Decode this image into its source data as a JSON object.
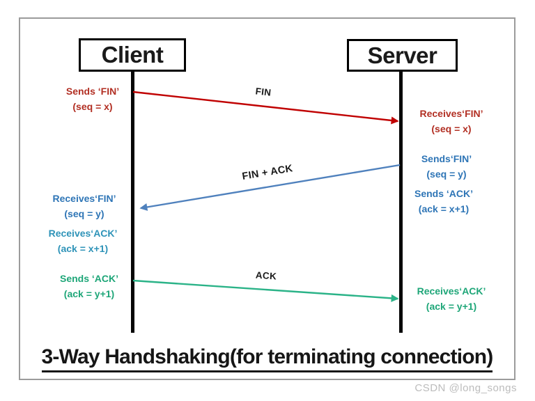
{
  "diagram": {
    "title": "3-Way Handshaking(for terminating connection)",
    "watermark": "CSDN @long_songs",
    "actors": [
      {
        "label": "Client"
      },
      {
        "label": "Server"
      }
    ],
    "messages": [
      {
        "label": "FIN",
        "from": "Client",
        "to": "Server",
        "color": "#c00000"
      },
      {
        "label": "FIN + ACK",
        "from": "Server",
        "to": "Client",
        "color": "#4f81bd"
      },
      {
        "label": "ACK",
        "from": "Client",
        "to": "Server",
        "color": "#2bb388"
      }
    ],
    "client_events": [
      {
        "action": "Sends ‘FIN’",
        "detail": "(seq = x)",
        "color": "#b22f23"
      },
      {
        "action": "Receives‘FIN’",
        "detail": "(seq = y)",
        "color": "#2e75b6"
      },
      {
        "action": "Receives‘ACK’",
        "detail": "(ack = x+1)",
        "color": "#2e93b8"
      },
      {
        "action": "Sends ‘ACK’",
        "detail": "(ack = y+1)",
        "color": "#1ea678"
      }
    ],
    "server_events": [
      {
        "action": "Receives‘FIN’",
        "detail": "(seq = x)",
        "color": "#b22f23"
      },
      {
        "action": "Sends‘FIN’",
        "detail": "(seq = y)",
        "color": "#2e75b6"
      },
      {
        "action": "Sends ‘ACK’",
        "detail": "(ack = x+1)",
        "color": "#2e75b6"
      },
      {
        "action": "Receives‘ACK’",
        "detail": "(ack = y+1)",
        "color": "#1ea678"
      }
    ]
  }
}
